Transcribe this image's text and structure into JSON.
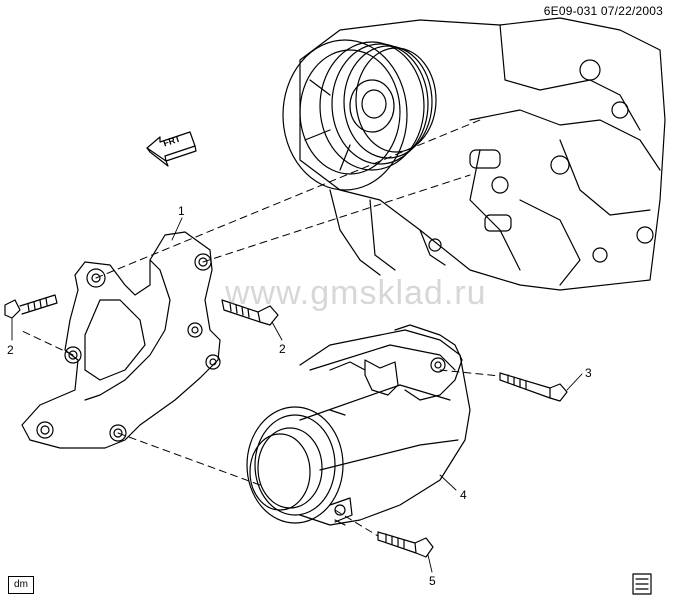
{
  "header": {
    "reference": "6E09-031  07/22/2003"
  },
  "footer": {
    "tag": "dm"
  },
  "watermark": "www.gmsklad.ru",
  "front_arrow_label": "FRT",
  "callouts": [
    {
      "id": "1",
      "label": "1"
    },
    {
      "id": "2a",
      "label": "2"
    },
    {
      "id": "2b",
      "label": "2"
    },
    {
      "id": "3",
      "label": "3"
    },
    {
      "id": "4",
      "label": "4"
    },
    {
      "id": "5",
      "label": "5"
    }
  ],
  "colors": {
    "line": "#000000",
    "background": "#ffffff",
    "watermark": "#8c8c8c"
  }
}
